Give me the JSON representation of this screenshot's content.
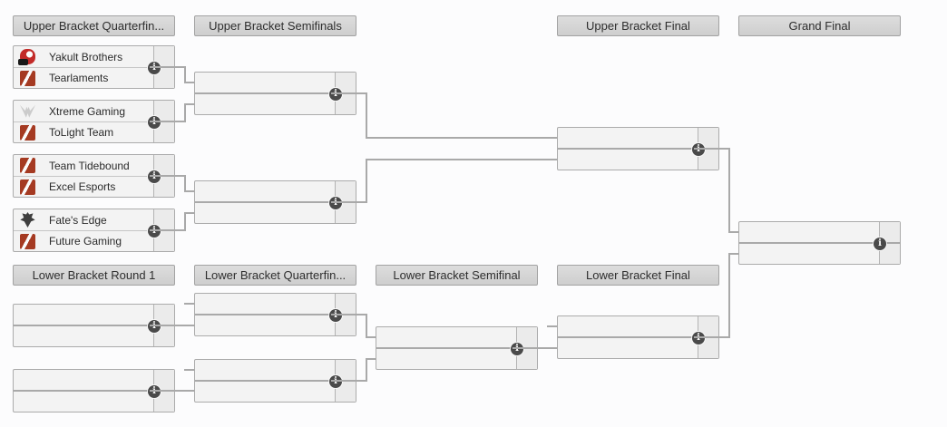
{
  "headers": {
    "ub_quarterfinals": "Upper Bracket Quarterfin...",
    "ub_semifinals": "Upper Bracket Semifinals",
    "ub_final": "Upper Bracket Final",
    "grand_final": "Grand Final",
    "lb_round1": "Lower Bracket Round 1",
    "lb_quarterfinals": "Lower Bracket Quarterfin...",
    "lb_semifinal": "Lower Bracket Semifinal",
    "lb_final": "Lower Bracket Final"
  },
  "matches": {
    "ub_qf1": {
      "team1": {
        "name": "Yakult Brothers",
        "logo": "yakult-logo-icon",
        "score": ""
      },
      "team2": {
        "name": "Tearlaments",
        "logo": "dota2-icon",
        "score": ""
      }
    },
    "ub_qf2": {
      "team1": {
        "name": "Xtreme Gaming",
        "logo": "xtreme-gaming-icon",
        "score": ""
      },
      "team2": {
        "name": "ToLight Team",
        "logo": "dota2-icon",
        "score": ""
      }
    },
    "ub_qf3": {
      "team1": {
        "name": "Team Tidebound",
        "logo": "dota2-icon",
        "score": ""
      },
      "team2": {
        "name": "Excel Esports",
        "logo": "dota2-icon",
        "score": ""
      }
    },
    "ub_qf4": {
      "team1": {
        "name": "Fate's Edge",
        "logo": "fates-edge-icon",
        "score": ""
      },
      "team2": {
        "name": "Future Gaming",
        "logo": "dota2-icon",
        "score": ""
      }
    }
  },
  "icons": {
    "info_glyph": "i"
  },
  "colors": {
    "connector": "#a9a9a9",
    "header_bg": "#d6d6d6",
    "row_bg": "#f3f3f3",
    "score_bg": "#ebebeb",
    "border": "#ababab",
    "info_bg": "#4a4a4a",
    "dota_red": "#a53a22"
  }
}
